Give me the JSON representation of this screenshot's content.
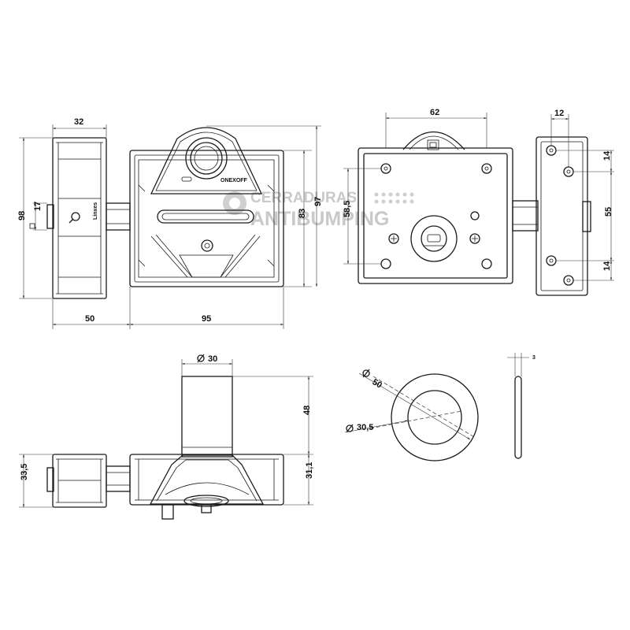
{
  "brand_label": "Linxes",
  "cylinder_label": "ONEXOFF",
  "watermark": {
    "line1": "CERRADURAS",
    "line2": "ANTIBUMPING"
  },
  "front_view": {
    "dim_width_body": "32",
    "dim_height_total": "98",
    "dim_bolt": "17",
    "dim_lock_height": "83",
    "dim_height_97": "97",
    "dim_bolt_projection": "50",
    "dim_case_width": "95"
  },
  "back_view": {
    "dim_cylinder_width": "62",
    "dim_hole_spacing": "58,5"
  },
  "keeper_view": {
    "dim_width": "12",
    "dim_top": "14",
    "dim_spacing": "55",
    "dim_bottom": "14"
  },
  "bottom_view": {
    "dim_diameter": "30",
    "dim_height": "48",
    "dim_left_depth": "33,5",
    "dim_right_depth": "31,1"
  },
  "rosette_view": {
    "dim_outer_diameter": "50",
    "dim_inner_diameter": "30,5",
    "dim_thickness": "3"
  }
}
